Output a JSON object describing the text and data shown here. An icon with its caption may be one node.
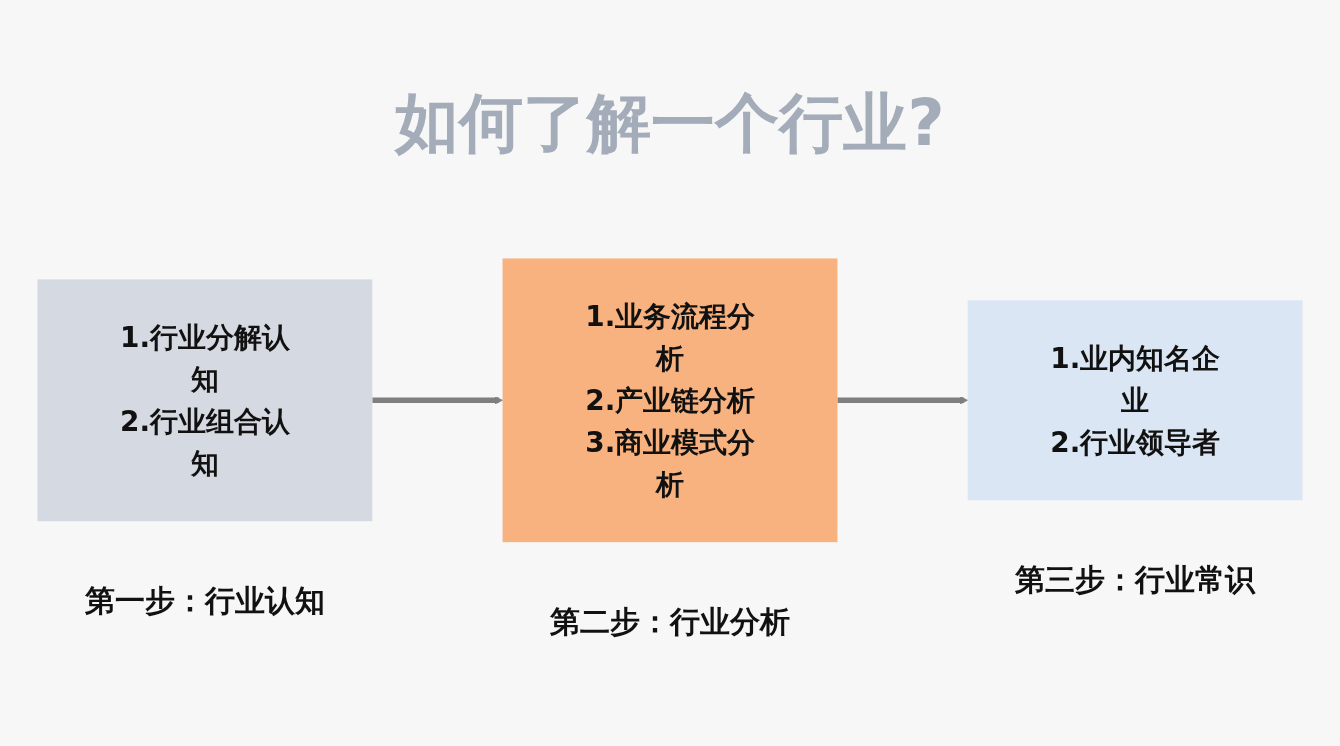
{
  "diagram": {
    "title": "如何了解一个行业?",
    "nodes": [
      {
        "text": [
          "1.行业分解认知",
          "2.行业组合认知"
        ],
        "beside": [
          "第一步：行业认知"
        ]
      },
      {
        "text": [
          "1.业务流程分析",
          "2.产业链分析",
          "3.商业模式分析"
        ],
        "beside": [
          "第二步：行业分析"
        ]
      },
      {
        "text": [
          "1.业内知名企业",
          "2.行业领导者"
        ],
        "beside": [
          "第三步：行业常识"
        ]
      }
    ],
    "edges": [
      {
        "from": 0,
        "to": 1,
        "arrow": "to"
      },
      {
        "from": 1,
        "to": 2,
        "arrow": "to"
      }
    ]
  }
}
